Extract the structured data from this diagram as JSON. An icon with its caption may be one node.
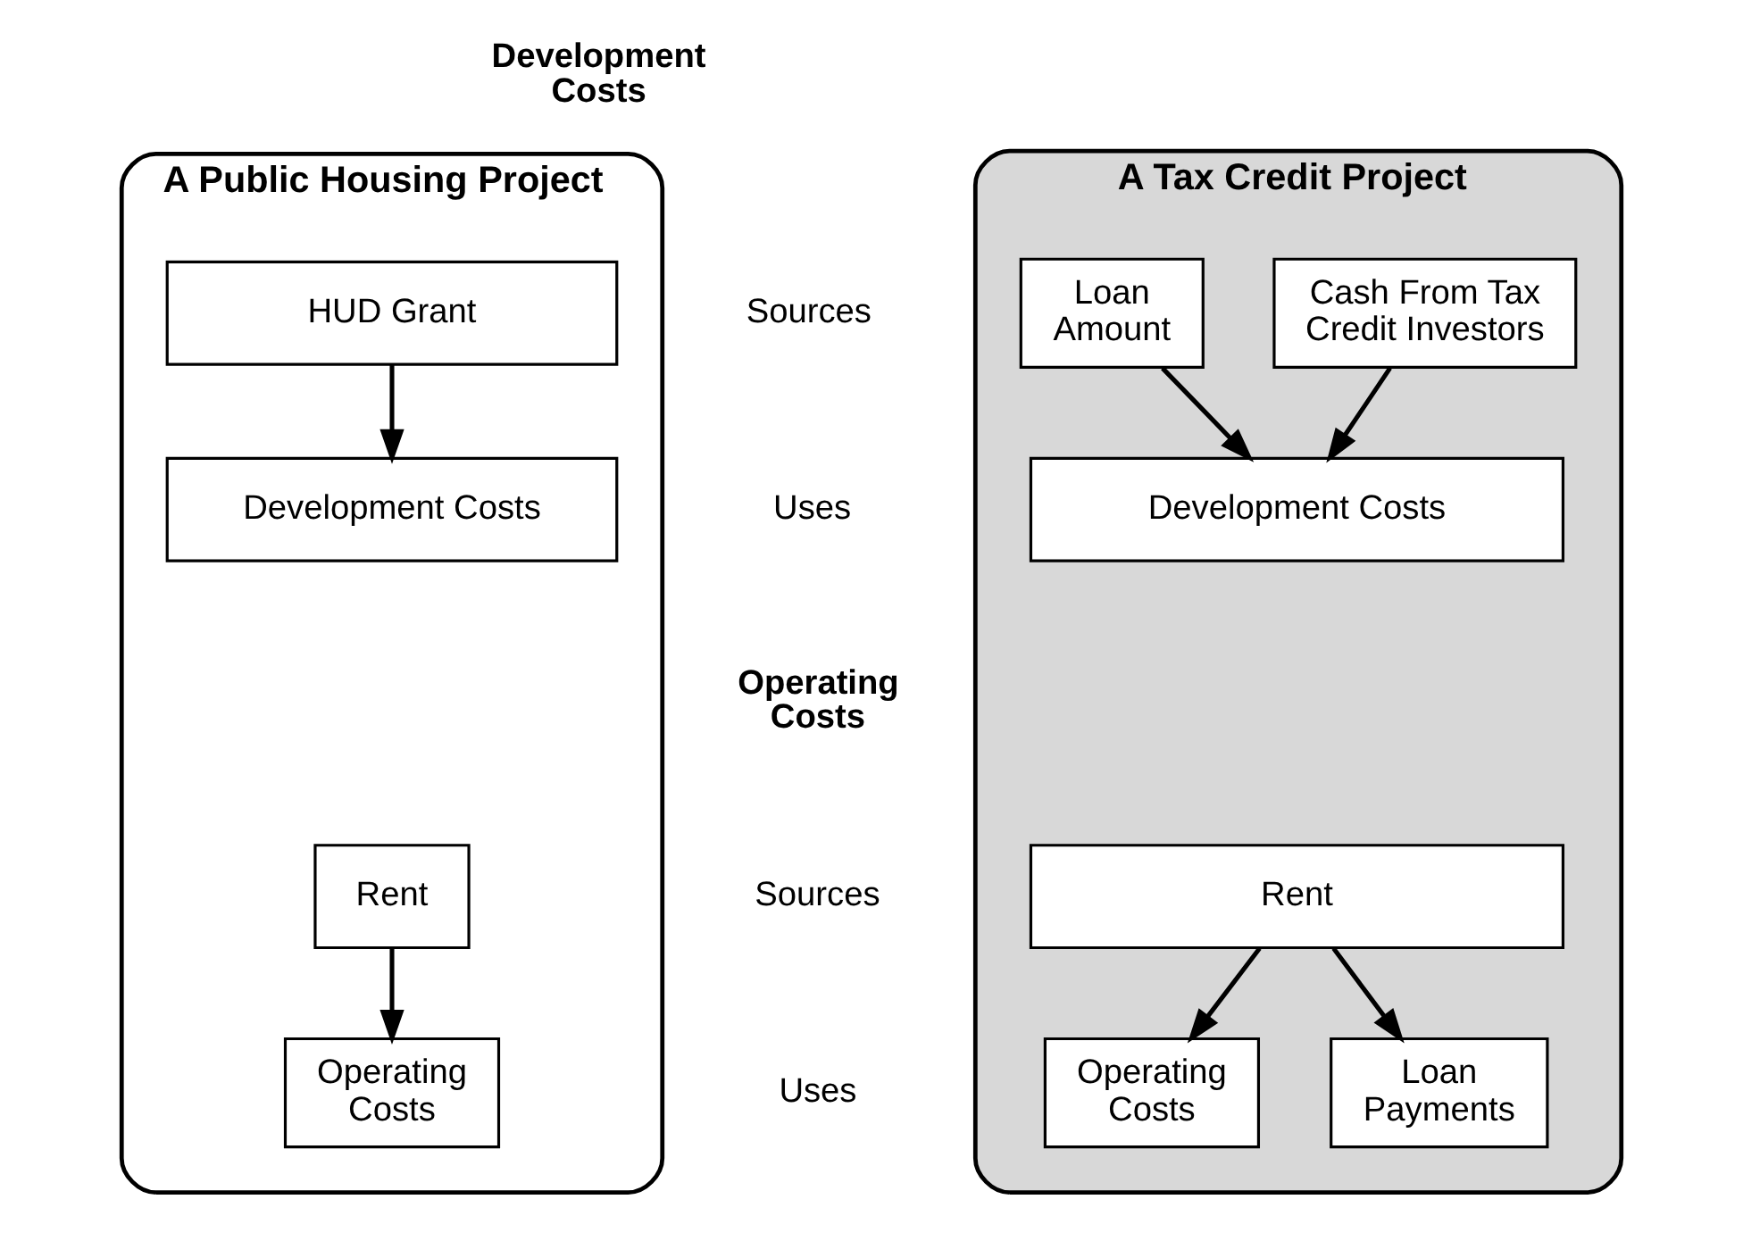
{
  "diagram": {
    "nodes": [
      {
        "text": [
          "A Public Housing Project"
        ]
      },
      {
        "text": [
          "HUD Grant"
        ],
        "in": 0
      },
      {
        "text": [
          "Development Costs"
        ],
        "in": 0
      },
      {
        "text": [
          "Rent"
        ],
        "in": 0
      },
      {
        "text": [
          "Operating Costs"
        ],
        "in": 0
      },
      {
        "text": [
          "A Tax Credit Project"
        ]
      },
      {
        "text": [
          "Cash From Tax Credit Investors"
        ],
        "in": 5
      },
      {
        "text": [
          "Loan Amount"
        ],
        "in": 5
      },
      {
        "text": [
          "Development Costs"
        ],
        "in": 5
      },
      {
        "text": [
          "Rent"
        ],
        "in": 5
      },
      {
        "text": [
          "Operating Costs"
        ],
        "in": 5
      },
      {
        "text": [
          "Loan Payments"
        ],
        "in": 5
      }
    ],
    "edges": [
      {
        "from": 1,
        "to": 2,
        "arrow": "to"
      },
      {
        "from": 6,
        "to": 8,
        "arrow": "to"
      },
      {
        "from": 7,
        "to": 8,
        "arrow": "to"
      },
      {
        "from": 3,
        "to": 4,
        "arrow": "to"
      },
      {
        "from": 9,
        "to": 10,
        "arrow": "to"
      },
      {
        "from": 9,
        "to": 11,
        "arrow": "to"
      }
    ],
    "labels": [
      "Development Costs",
      "Sources",
      "Uses",
      "Operating Costs",
      "Sources",
      "Uses"
    ]
  }
}
